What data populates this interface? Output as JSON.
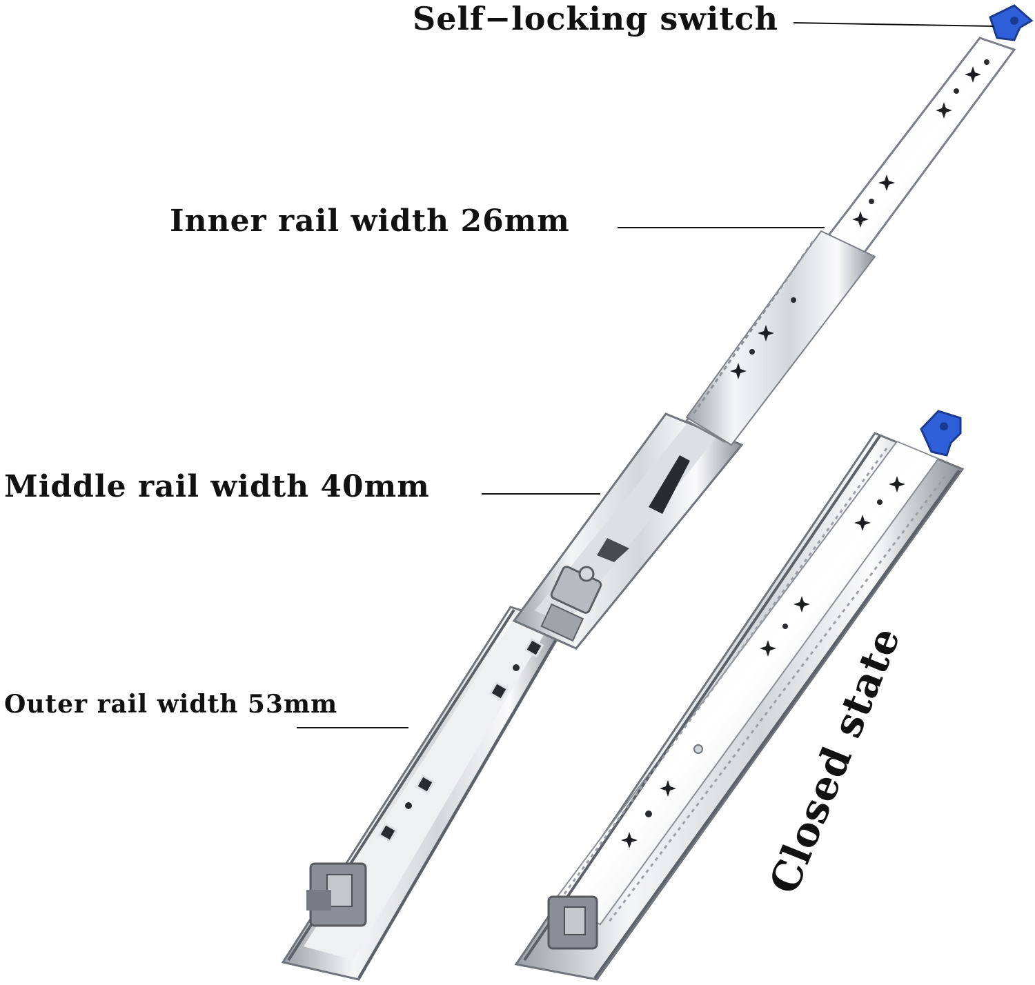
{
  "labels": {
    "self_locking_switch": "Self−locking switch",
    "inner_rail": "Inner rail width 26mm",
    "middle_rail": "Middle rail width 40mm",
    "outer_rail": "Outer rail width 53mm",
    "closed_state": "Closed state"
  },
  "colors": {
    "background": "#ffffff",
    "steel_light": "#f2f3f5",
    "steel_mid": "#c9ccd2",
    "steel_dark": "#7b7f88",
    "lock_blue": "#2f5fd8",
    "text": "#111111"
  }
}
